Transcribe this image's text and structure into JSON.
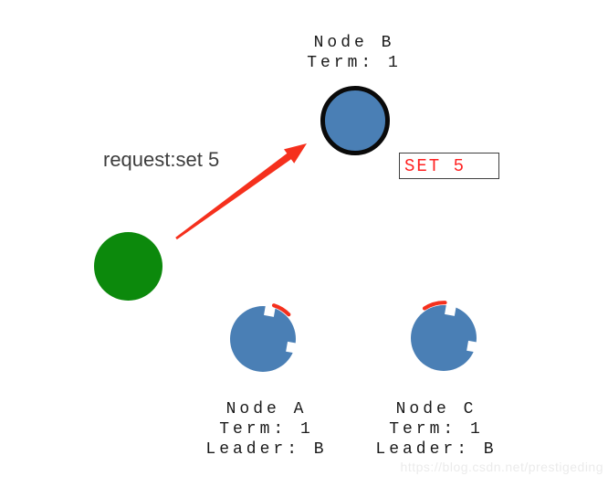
{
  "diagram": {
    "client": {
      "label": "request:set 5"
    },
    "set_box": {
      "text": "SET 5"
    },
    "nodes": [
      {
        "id": "node-b",
        "name": "Node B",
        "term": "Term: 1"
      },
      {
        "id": "node-a",
        "name": "Node A",
        "term": "Term: 1",
        "leader": "Leader: B"
      },
      {
        "id": "node-c",
        "name": "Node C",
        "term": "Term: 1",
        "leader": "Leader: B"
      }
    ]
  },
  "watermark": "https://blog.csdn.net/prestigeding",
  "colors": {
    "node_blue": "#4A7FB5",
    "client_green": "#0C890C",
    "arrow_red": "#F5301D",
    "set_text_red": "#FF2121",
    "node_b_border": "#0A0A0A",
    "label_ink": "#1A1A1A",
    "request_ink": "#3D3D3D",
    "box_border": "#3F3F3F",
    "watermark_gray": "#EBEBEB"
  }
}
